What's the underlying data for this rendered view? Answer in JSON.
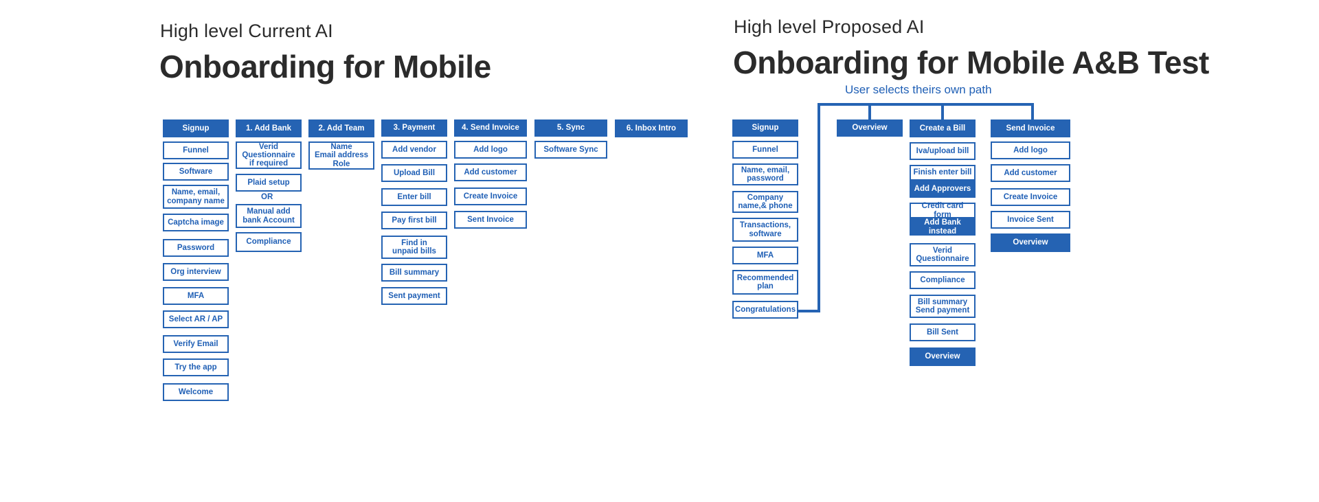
{
  "left": {
    "subtitle": "High level Current AI",
    "title": "Onboarding for Mobile",
    "columns": [
      {
        "header": "Signup",
        "items": [
          "Funnel",
          "Software",
          "Name, email,\ncompany name",
          "Captcha image",
          "Password",
          "Org interview",
          "MFA",
          "Select AR / AP",
          "Verify Email",
          "Try the app",
          "Welcome"
        ]
      },
      {
        "header": "1.  Add Bank",
        "items": [
          "Verid\nQuestionnaire\nif required",
          "Plaid setup",
          "Manual add\nbank Account",
          "Compliance"
        ],
        "or_label": "OR"
      },
      {
        "header": "2. Add Team",
        "items": [
          "Name\nEmail address\nRole"
        ]
      },
      {
        "header": "3. Payment",
        "items": [
          "Add vendor",
          "Upload Bill",
          "Enter bill",
          "Pay first bill",
          "Find in\nunpaid bills",
          "Bill summary",
          "Sent payment"
        ]
      },
      {
        "header": "4. Send Invoice",
        "items": [
          "Add logo",
          "Add customer",
          "Create Invoice",
          "Sent Invoice"
        ]
      },
      {
        "header": "5. Sync",
        "items": [
          "Software Sync"
        ]
      },
      {
        "header": "6. Inbox Intro",
        "items": []
      }
    ]
  },
  "right": {
    "subtitle": "High level Proposed AI",
    "title": "Onboarding for Mobile A&B Test",
    "path_label": "User selects theirs own path",
    "columns": [
      {
        "header": "Signup",
        "items": [
          "Funnel",
          "Name, email,\npassword",
          "Company\nname,& phone",
          "Transactions,\nsoftware",
          "MFA",
          "Recommended\nplan",
          "Congratulations"
        ]
      },
      {
        "header": "Overview",
        "items": []
      },
      {
        "header": "Create a Bill",
        "items": [
          "Iva/upload bill",
          "Finish enter bill",
          "Add Approvers",
          "Credit card form",
          "Add Bank instead",
          "Verid\nQuestionnaire",
          "Compliance",
          "Bill summary\nSend payment",
          "Bill Sent",
          "Overview"
        ]
      },
      {
        "header": "Send Invoice",
        "items": [
          "Add logo",
          "Add customer",
          "Create Invoice",
          "Invoice Sent",
          "Overview"
        ]
      }
    ]
  }
}
